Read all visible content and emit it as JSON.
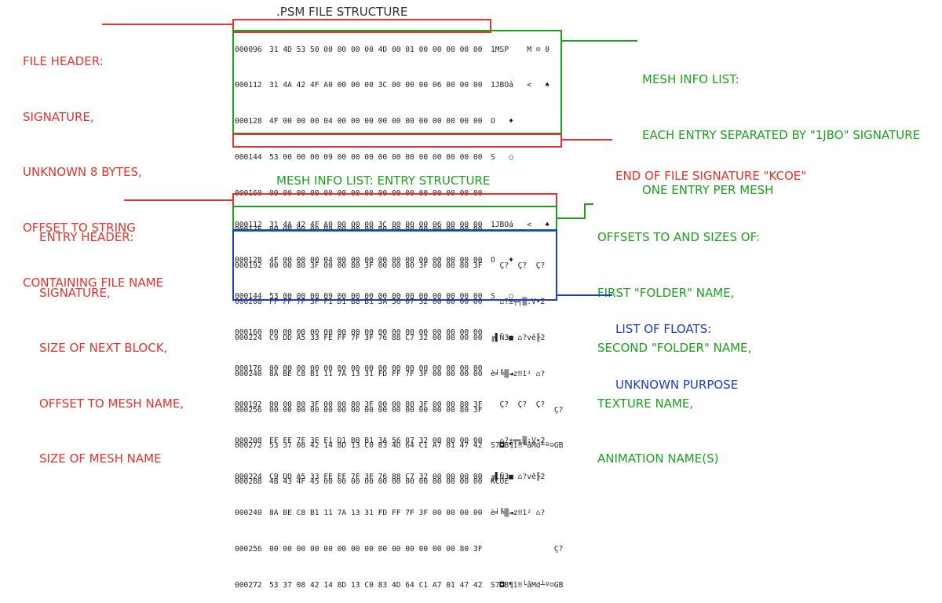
{
  "diagram1": {
    "title": ".PSM FILE STRUCTURE",
    "rows": [
      {
        "addr": "000096",
        "bytes": "31 4D 53 50 00 00 00 00 4D 00 01 00 00 00 00 00",
        "ascii": "1MSP    M ☺ 0"
      },
      {
        "addr": "000112",
        "bytes": "31 4A 42 4F A0 00 00 00 3C 00 00 00 06 00 00 00",
        "ascii": "1JBOá   <   ♠"
      },
      {
        "addr": "000128",
        "bytes": "4F 00 00 00 04 00 00 00 00 00 00 00 00 00 00 00",
        "ascii": "O   ♦"
      },
      {
        "addr": "000144",
        "bytes": "53 00 00 00 09 00 00 00 00 00 00 00 00 00 00 00",
        "ascii": "S   ○"
      },
      {
        "addr": "000160",
        "bytes": "00 00 00 00 00 00 00 00 00 00 00 00 00 00 00 00",
        "ascii": ""
      },
      {
        "addr": "000176",
        "bytes": "00 00 00 00 00 00 00 00 00 00 00 00 00 00 00 00",
        "ascii": ""
      },
      {
        "addr": "000192",
        "bytes": "00 00 80 3F 00 00 80 3F 00 00 80 3F 00 00 80 3F",
        "ascii": "  Ç?  Ç?  Ç?"
      },
      {
        "addr": "000208",
        "bytes": "FF FF 7F 3F F1 D1 B8 B1 3A 56 07 32 00 00 00 00",
        "ascii": "  ⌂?±╤╕▒:V•2"
      },
      {
        "addr": "000224",
        "bytes": "C9 DD A5 33 FE FF 7F 3F 76 88 C7 32 00 00 00 00",
        "ascii": "╔▌Ñ3■ ⌂?vê╟2"
      },
      {
        "addr": "000240",
        "bytes": "8A BE C8 B1 11 7A 13 31 FD FF 7F 3F 00 00 00 00",
        "ascii": "è╛╚▒◄z‼1² ⌂?"
      },
      {
        "addr": "000256",
        "bytes": "00 00 00 00 00 00 00 00 00 00 00 00 00 00 80 3F",
        "ascii": "              Ç?"
      },
      {
        "addr": "000272",
        "bytes": "53 37 08 42 14 8D 13 C0 83 4D 64 C1 A7 01 47 42",
        "ascii": "S7◘B¶ì‼└âMd┴º☺GB"
      },
      {
        "addr": "000288",
        "bytes": "4B 43 4F 45 00 00 00 00 00 00 00 00 00 00 00 00",
        "ascii": "KCOE"
      }
    ],
    "labels": {
      "file_header": [
        "FILE HEADER:",
        "SIGNATURE,",
        "UNKNOWN 8 BYTES,",
        "OFFSET TO STRING",
        "CONTAINING FILE NAME"
      ],
      "mesh_info": [
        "MESH INFO LIST:",
        "EACH ENTRY SEPARATED BY \"1JBO\" SIGNATURE",
        "ONE ENTRY PER MESH"
      ],
      "end_sig": [
        "END OF FILE SIGNATURE \"KCOE\""
      ]
    }
  },
  "diagram2": {
    "title": "MESH INFO LIST: ENTRY STRUCTURE",
    "rows": [
      {
        "addr": "000112",
        "bytes": "31 4A 42 4F A0 00 00 00 3C 00 00 00 06 00 00 00",
        "ascii": "1JBOá   <   ♠"
      },
      {
        "addr": "000128",
        "bytes": "4F 00 00 00 04 00 00 00 00 00 00 00 00 00 00 00",
        "ascii": "O   ♦"
      },
      {
        "addr": "000144",
        "bytes": "53 00 00 00 09 00 00 00 00 00 00 00 00 00 00 00",
        "ascii": "S   ○"
      },
      {
        "addr": "000160",
        "bytes": "00 00 00 00 00 00 00 00 00 00 00 00 00 00 00 00",
        "ascii": ""
      },
      {
        "addr": "000176",
        "bytes": "00 00 00 00 00 00 00 00 00 00 00 00 00 00 00 00",
        "ascii": ""
      },
      {
        "addr": "000192",
        "bytes": "00 00 80 3F 00 00 80 3F 00 00 80 3F 00 00 80 3F",
        "ascii": "  Ç?  Ç?  Ç?"
      },
      {
        "addr": "000208",
        "bytes": "FF FF 7F 3F F1 D1 B8 B1 3A 56 07 32 00 00 00 00",
        "ascii": "  ⌂?±╤╕▒:V•2"
      },
      {
        "addr": "000224",
        "bytes": "C9 DD A5 33 FE FF 7F 3F 76 88 C7 32 00 00 00 00",
        "ascii": "╔▌Ñ3■ ⌂?vê╟2"
      },
      {
        "addr": "000240",
        "bytes": "8A BE C8 B1 11 7A 13 31 FD FF 7F 3F 00 00 00 00",
        "ascii": "è╛╚▒◄z‼1² ⌂?"
      },
      {
        "addr": "000256",
        "bytes": "00 00 00 00 00 00 00 00 00 00 00 00 00 00 80 3F",
        "ascii": "              Ç?"
      },
      {
        "addr": "000272",
        "bytes": "53 37 08 42 14 8D 13 C0 83 4D 64 C1 A7 01 47 42",
        "ascii": "S7◘B¶ì‼└âMd┴º☺GB"
      }
    ],
    "labels": {
      "entry_header": [
        "ENTRY HEADER:",
        "SIGNATURE,",
        "SIZE OF NEXT BLOCK,",
        "OFFSET TO MESH NAME,",
        "SIZE OF MESH NAME"
      ],
      "offsets": [
        "OFFSETS TO AND SIZES OF:",
        "FIRST \"FOLDER\" NAME,",
        "SECOND \"FOLDER\" NAME,",
        "TEXTURE NAME,",
        "ANIMATION NAME(S)"
      ],
      "floats": [
        "LIST OF FLOATS:",
        "UNKNOWN PURPOSE"
      ]
    }
  }
}
